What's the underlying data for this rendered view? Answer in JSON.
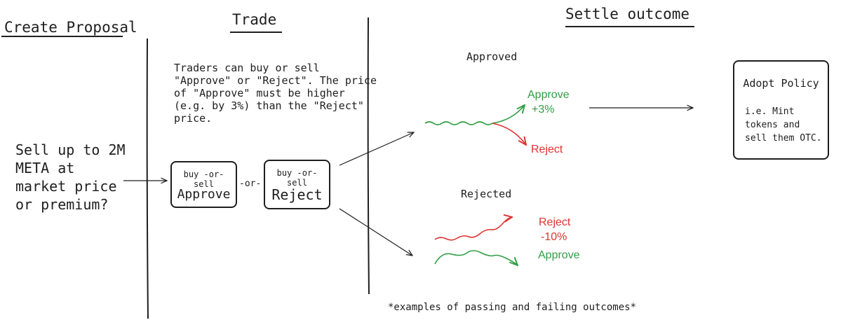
{
  "headings": {
    "create": "Create Proposal",
    "trade": "Trade",
    "settle": "Settle outcome"
  },
  "proposal_text": [
    "Sell up to 2M",
    "META at",
    "market price",
    "or premium?"
  ],
  "trade_note": [
    "Traders can buy or sell",
    "\"Approve\" or \"Reject\". The price",
    "of \"Approve\" must be higher",
    "(e.g. by 3%) than the \"Reject\"",
    "price."
  ],
  "approve_box": {
    "sub": "buy -or- sell",
    "main": "Approve"
  },
  "or_label": "-or-",
  "reject_box": {
    "sub": "buy -or- sell",
    "main": "Reject"
  },
  "approved_case": {
    "label": "Approved",
    "approve_label": "Approve",
    "approve_value": "+3%",
    "reject_label": "Reject"
  },
  "rejected_case": {
    "label": "Rejected",
    "reject_label": "Reject",
    "reject_value": "-10%",
    "approve_label": "Approve"
  },
  "policy_box": {
    "title": "Adopt Policy",
    "body": [
      "i.e. Mint",
      "tokens and",
      "sell them OTC."
    ]
  },
  "footnote": "*examples of passing and failing outcomes*",
  "colors": {
    "ink": "#1e1e1e",
    "green": "#2f9e44",
    "red": "#e03131"
  }
}
